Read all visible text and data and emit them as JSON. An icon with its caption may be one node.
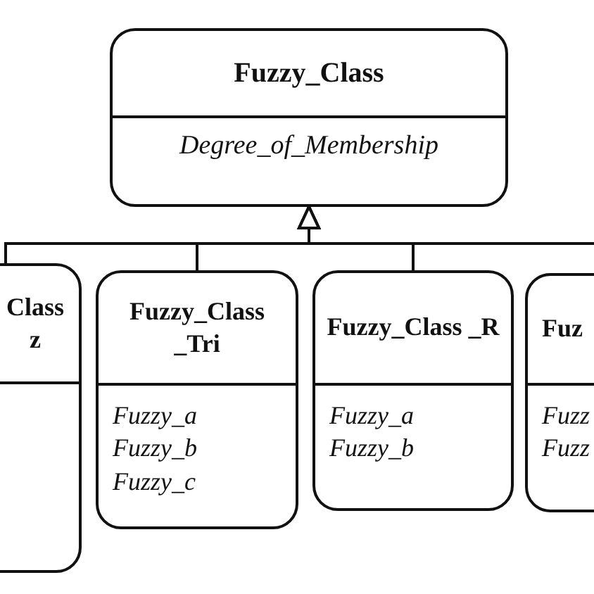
{
  "diagram": {
    "nodes": [
      {
        "text": [
          "Fuzzy_Class",
          "Degree_of_Membership"
        ]
      },
      {
        "text": [
          "Class z"
        ]
      },
      {
        "text": [
          "Fuzzy_Class _Tri",
          "Fuzzy_a",
          "Fuzzy_b",
          "Fuzzy_c"
        ]
      },
      {
        "text": [
          "Fuzzy_Class _R",
          "Fuzzy_a",
          "Fuzzy_b"
        ]
      },
      {
        "text": [
          "Fuz",
          "Fuzz",
          "Fuzz"
        ]
      }
    ],
    "edges": [
      {
        "from": 1,
        "to": 0,
        "arrow": "to"
      },
      {
        "from": 2,
        "to": 0,
        "arrow": "to"
      },
      {
        "from": 3,
        "to": 0,
        "arrow": "to"
      },
      {
        "from": 4,
        "to": 0,
        "arrow": "to"
      }
    ]
  }
}
